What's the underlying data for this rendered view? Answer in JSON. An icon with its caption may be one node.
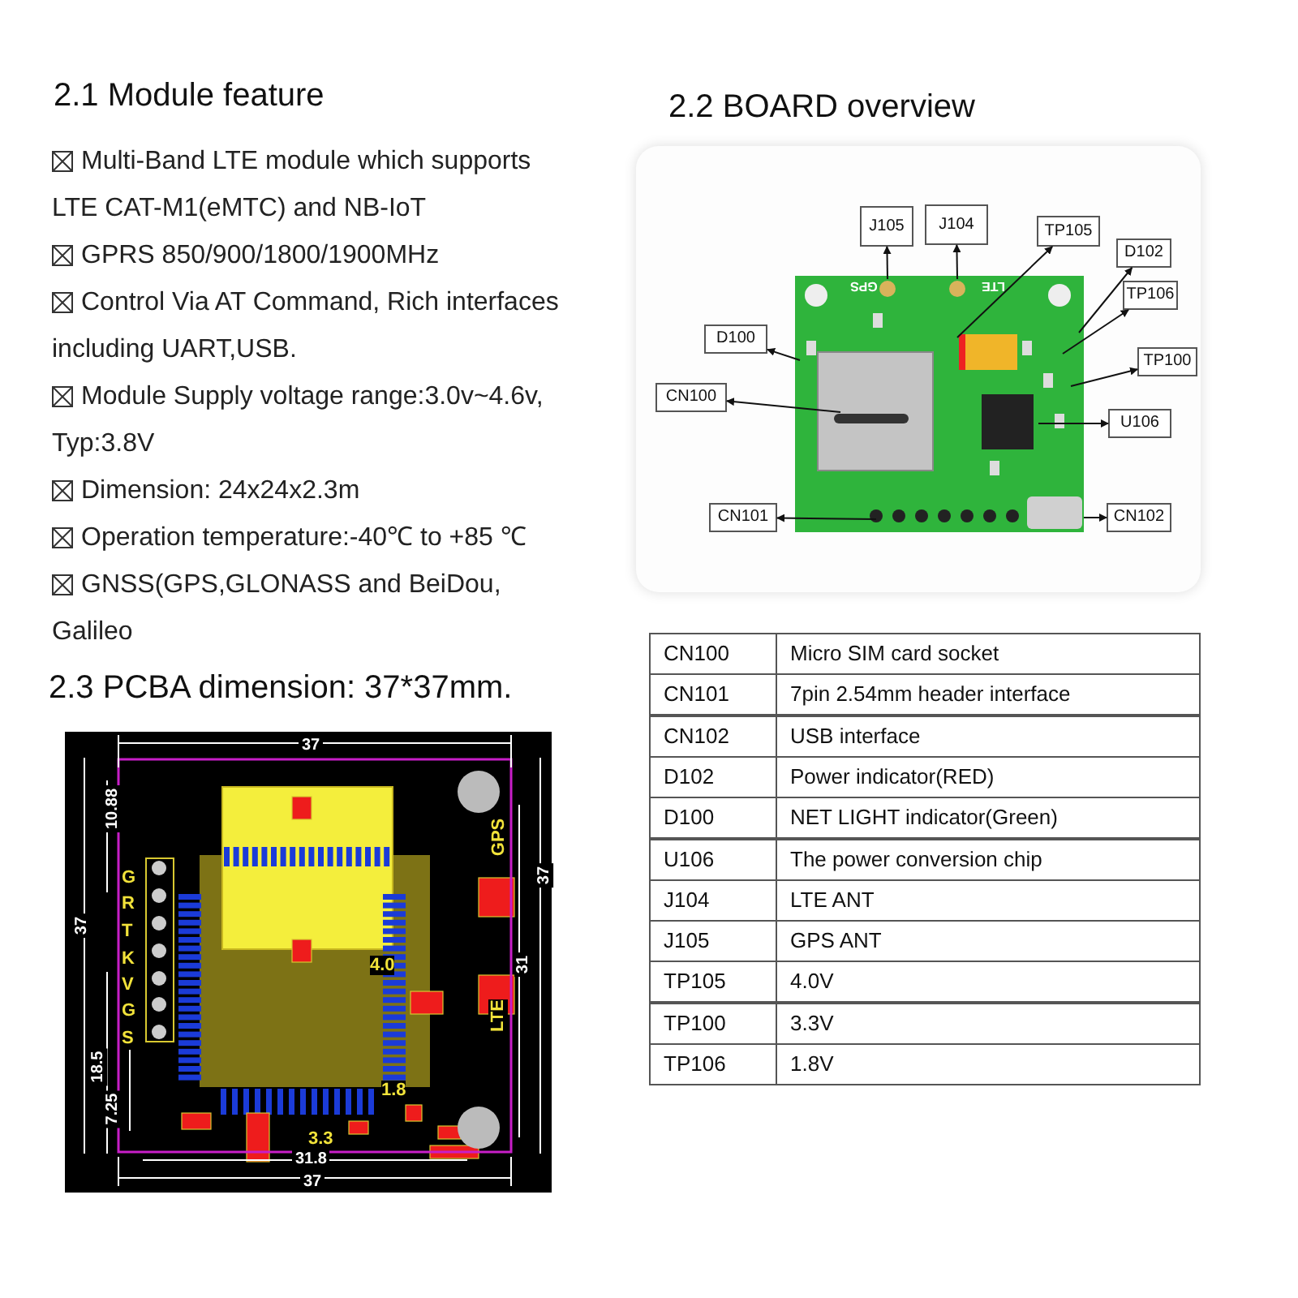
{
  "diagram": {
    "nodes": [
      {
        "text": [],
        "shape": "picture"
      },
      {
        "text": [
          "J105"
        ]
      },
      {
        "text": [
          "J104"
        ]
      },
      {
        "text": [
          "TP105"
        ]
      },
      {
        "text": [
          "D102"
        ]
      },
      {
        "text": [
          "TP106"
        ]
      },
      {
        "text": [
          "TP100"
        ]
      },
      {
        "text": [
          "D100"
        ]
      },
      {
        "text": [
          "CN100"
        ]
      },
      {
        "text": [
          "U106"
        ]
      },
      {
        "text": [
          "CN101"
        ]
      },
      {
        "text": [
          "CN102"
        ]
      }
    ],
    "edges": [
      {
        "from": 0,
        "to": 1,
        "arrow": "to"
      },
      {
        "from": 0,
        "to": 2,
        "arrow": "to"
      },
      {
        "from": 0,
        "to": 3,
        "arrow": "to"
      },
      {
        "from": 0,
        "to": 4,
        "arrow": "to"
      },
      {
        "from": 0,
        "to": 5,
        "arrow": "to"
      },
      {
        "from": 0,
        "to": 6,
        "arrow": "to"
      },
      {
        "from": 0,
        "to": 7,
        "arrow": "to"
      },
      {
        "from": 0,
        "to": 8,
        "arrow": "to"
      },
      {
        "from": 0,
        "to": 9,
        "arrow": "to"
      },
      {
        "from": 0,
        "to": 10,
        "arrow": "to"
      },
      {
        "from": 0,
        "to": 11,
        "arrow": "to"
      }
    ],
    "labels": [
      "2.1 Module feature",
      "Multi-Band LTE module which supports LTE CAT-M1(eMTC) and NB-IoT",
      "GPRS 850/900/1800/1900MHz",
      "Control Via AT Command, Rich interfaces including UART,USB.",
      "Module Supply voltage range:3.0v~4.6v, Typ:3.8V",
      "Dimension: 24x24x2.3m",
      "Operation temperature:-40℃  to +85  ℃",
      "GNSS(GPS,GLONASS and BeiDou, Galileo",
      "2.2 BOARD overview",
      "GPS",
      "LTE",
      "CN100",
      "Micro SIM card socket",
      "CN101",
      "7pin 2.54mm header interface",
      "CN102",
      "USB interface",
      "D102",
      "Power indicator(RED)",
      "D100",
      "NET LIGHT indicator(Green)",
      "U106",
      "The power conversion chip",
      "J104",
      "LTE ANT",
      "J105",
      "GPS ANT",
      "TP105",
      "4.0V",
      "TP100",
      "3.3V",
      "TP106",
      "1.8V",
      "2.3 PCBA dimension: 37*37mm.",
      "37",
      "10.88",
      "37",
      "G",
      "R",
      "T",
      "K",
      "V",
      "G",
      "S",
      "18.5",
      "7.25",
      "4.0",
      "GPS",
      "37",
      "31",
      "LTE",
      "1.8",
      "3.3",
      "31.8",
      "37"
    ]
  }
}
